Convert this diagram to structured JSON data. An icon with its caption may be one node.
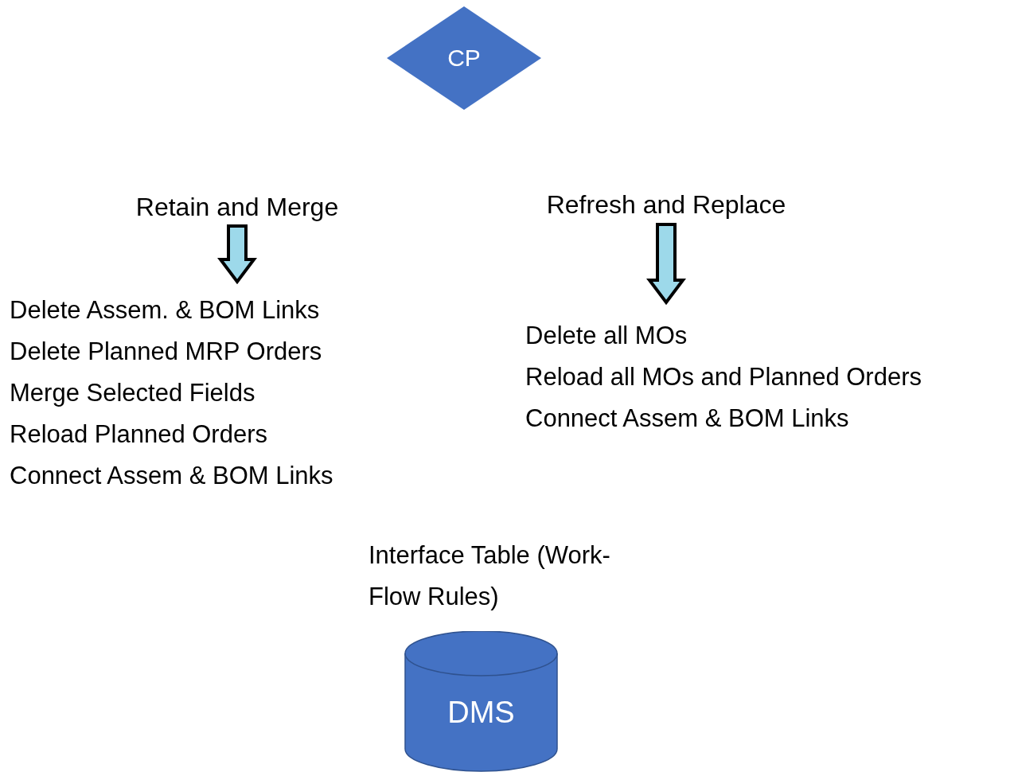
{
  "diagram": {
    "nodes": [
      {
        "text": [
          "CP"
        ]
      },
      {
        "text": [
          "Retain and Merge"
        ]
      },
      {
        "text": [
          "Refresh and Replace"
        ]
      },
      {
        "text": [
          "Delete Assem. & BOM Links",
          "Delete Planned MRP Orders",
          "Merge Selected Fields",
          "Reload Planned Orders",
          "Connect Assem & BOM Links"
        ]
      },
      {
        "text": [
          "Delete all MOs",
          "Reload all MOs and Planned Orders",
          "Connect Assem & BOM Links"
        ]
      },
      {
        "text": [
          "Interface Table (Work-Flow Rules)",
          "DMS"
        ]
      }
    ],
    "edges": [
      {
        "from": 1,
        "to": 3,
        "arrow": "to",
        "style": "thick"
      },
      {
        "from": 2,
        "to": 4,
        "arrow": "to",
        "style": "thick"
      }
    ]
  }
}
